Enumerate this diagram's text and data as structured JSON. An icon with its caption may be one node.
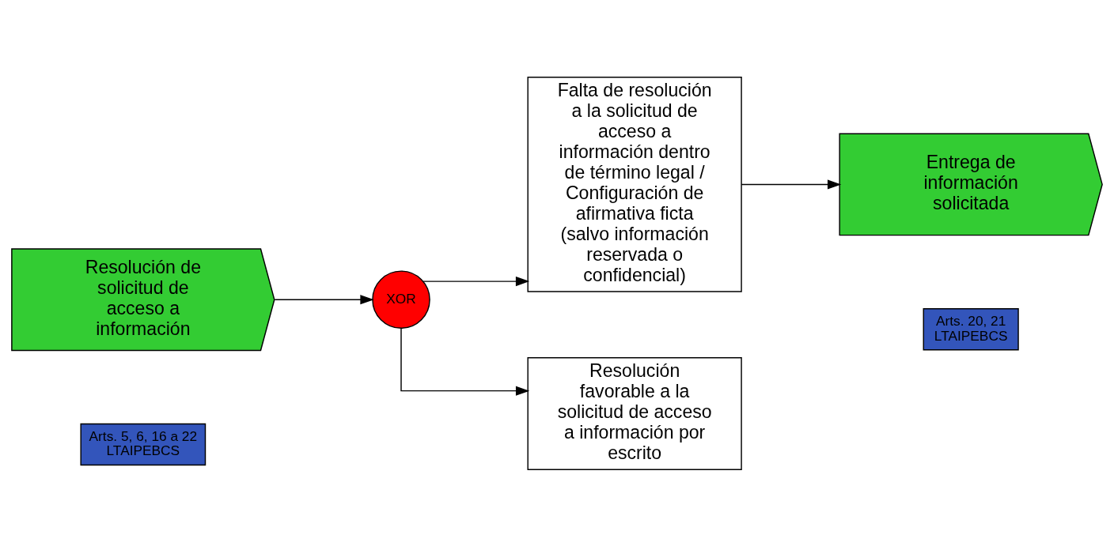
{
  "diagram": {
    "nodes": [
      {
        "text": [
          "Resolución de solicitud de acceso a información"
        ]
      },
      {
        "text": [
          "Arts. 5, 6, 16 a 22 LTAIPEBCS"
        ]
      },
      {
        "text": [
          "XOR"
        ]
      },
      {
        "text": [
          "Falta de resolución a la solicitud de acceso a información dentro de término legal / Configuración de afirmativa ficta (salvo información reservada o confidencial)"
        ]
      },
      {
        "text": [
          "Resolución favorable a la solicitud de acceso a información por escrito"
        ]
      },
      {
        "text": [
          "Entrega de información solicitada"
        ]
      },
      {
        "text": [
          "Arts. 20, 21 LTAIPEBCS"
        ]
      }
    ],
    "edges": [
      {
        "from": 0,
        "to": 2,
        "arrow": "to"
      },
      {
        "from": 2,
        "to": 3,
        "arrow": "to"
      },
      {
        "from": 2,
        "to": 4,
        "arrow": "to"
      },
      {
        "from": 3,
        "to": 5,
        "arrow": "to"
      }
    ]
  }
}
